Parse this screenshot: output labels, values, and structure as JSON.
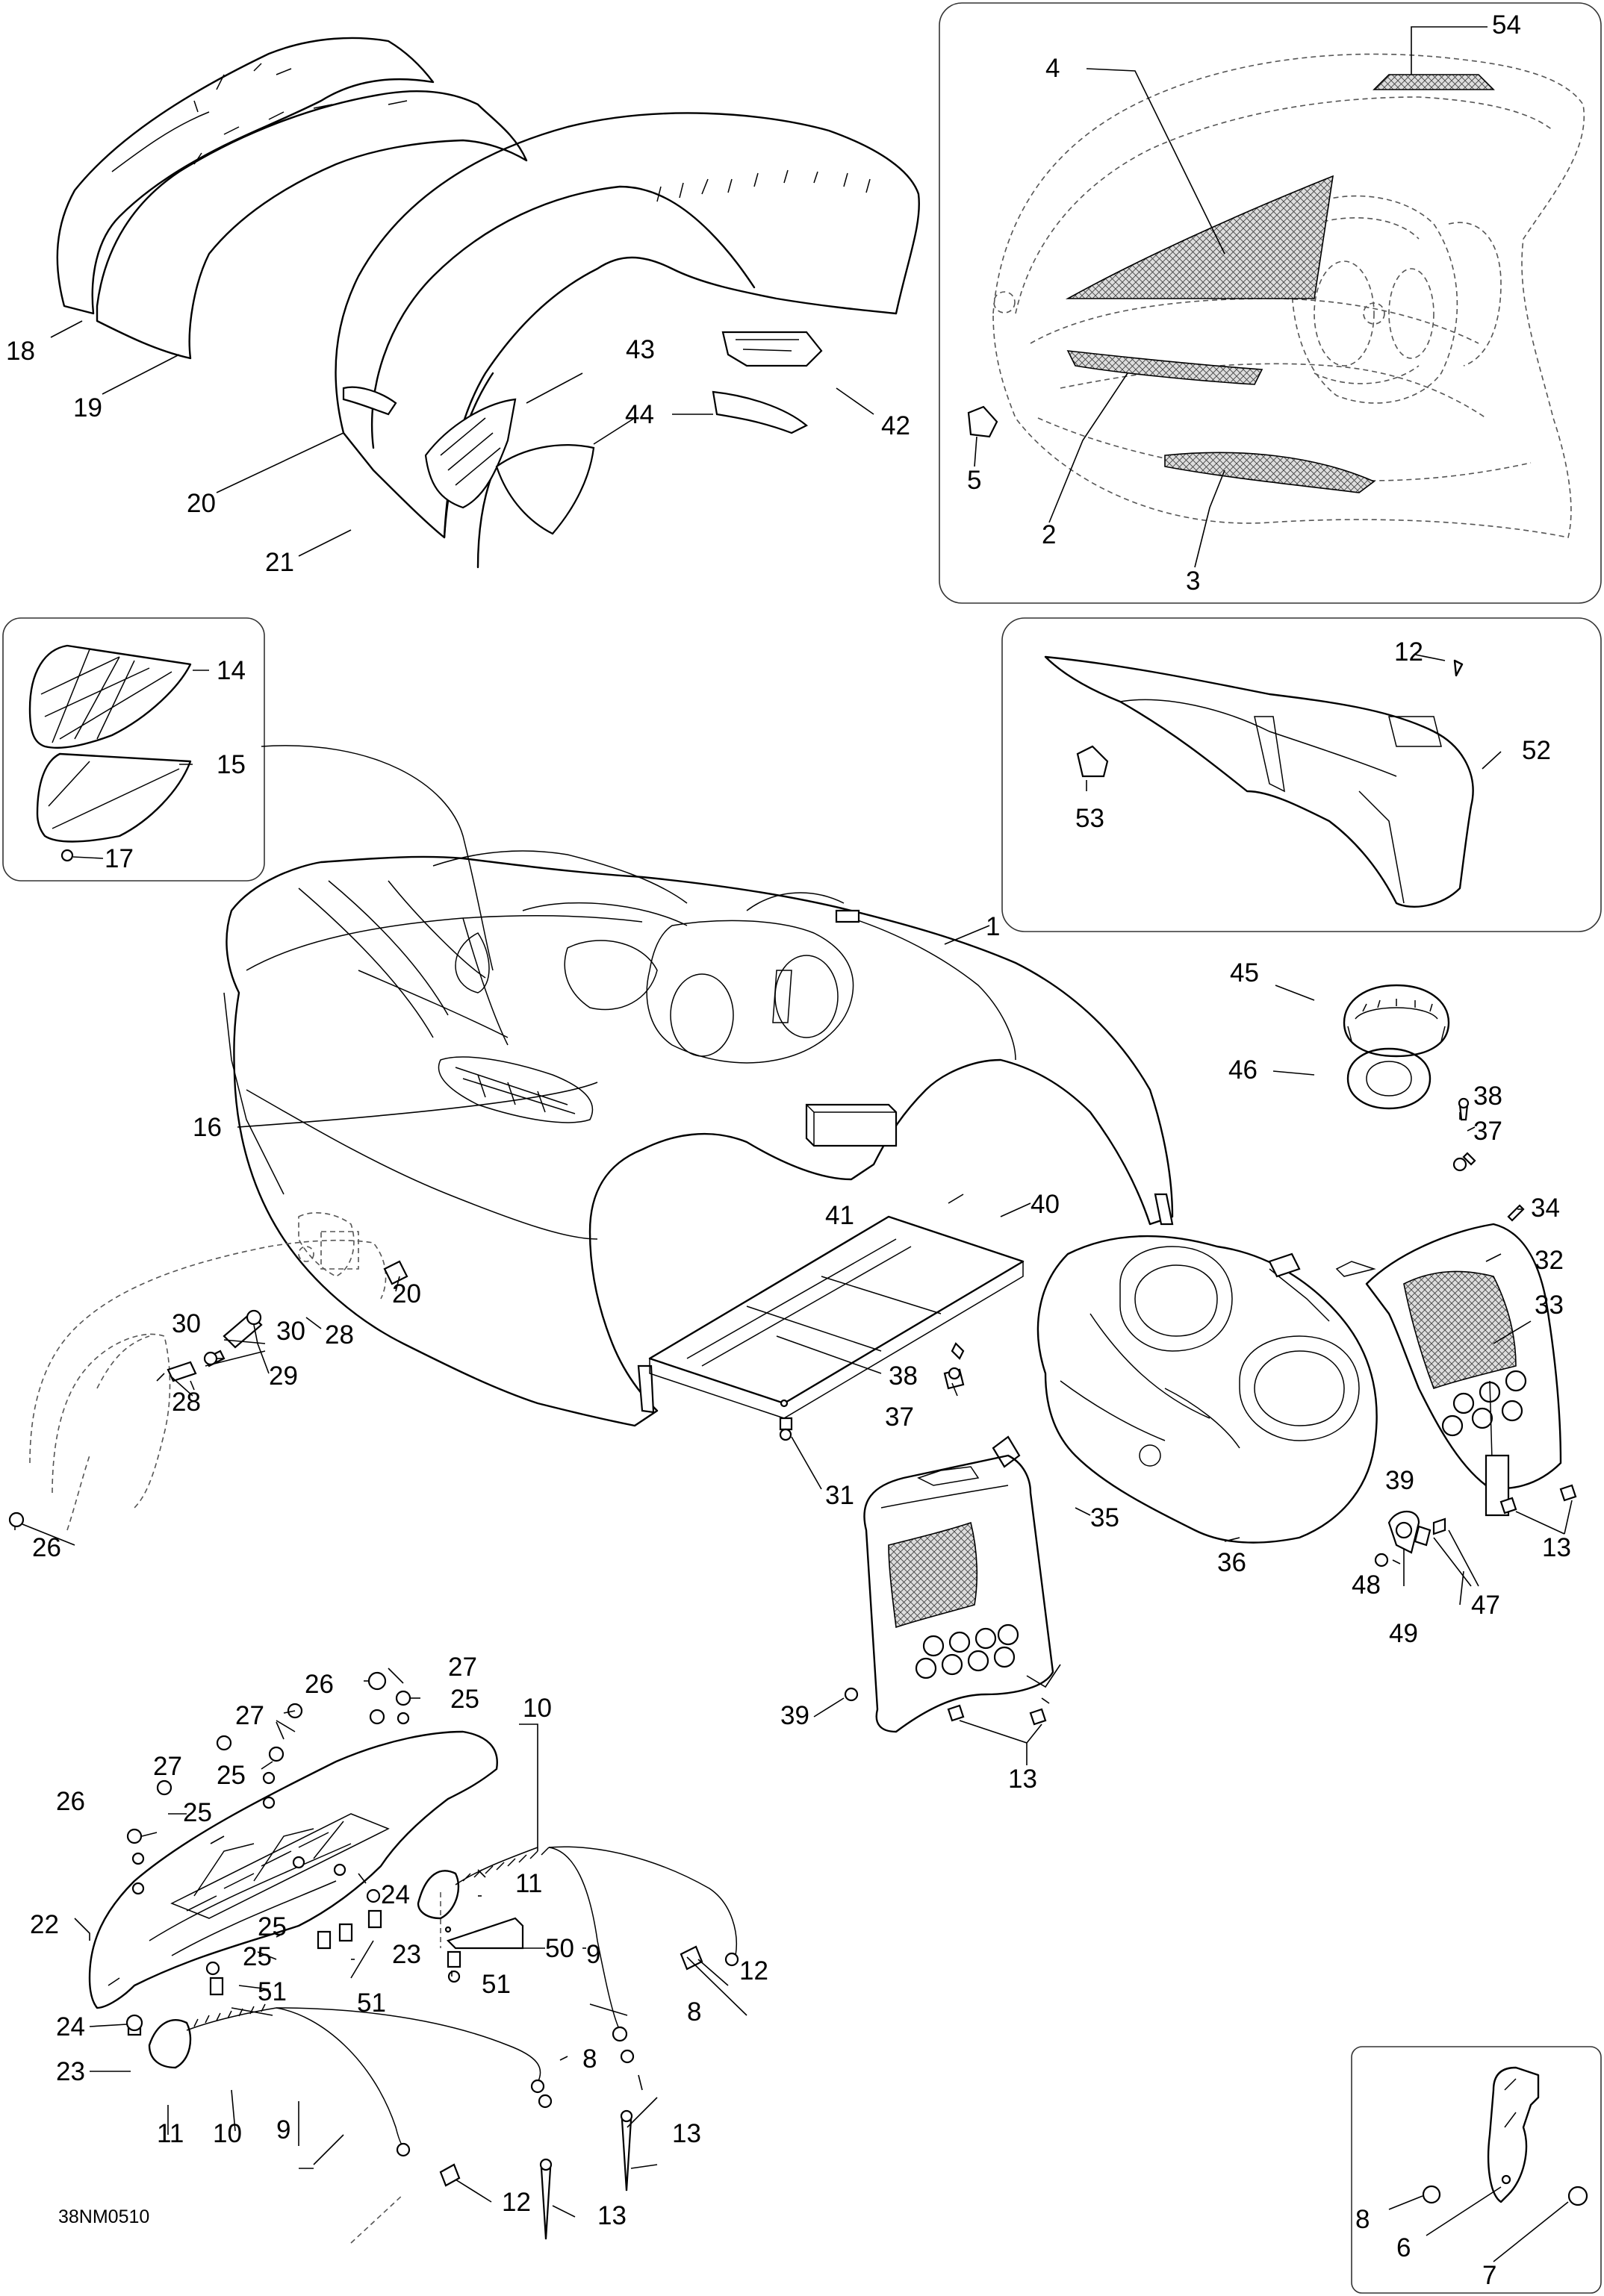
{
  "figure_code": "38NM0510",
  "labels": {
    "l1": "1",
    "l2": "2",
    "l3": "3",
    "l4": "4",
    "l5": "5",
    "l6": "6",
    "l7": "7",
    "l8a": "8",
    "l8b": "8",
    "l8c": "8",
    "l9a": "9",
    "l9b": "9",
    "l10a": "10",
    "l10b": "10",
    "l11a": "11",
    "l11b": "11",
    "l12a": "12",
    "l12b": "12",
    "l12c": "12",
    "l13a": "13",
    "l13b": "13",
    "l13c": "13",
    "l13d": "13",
    "l14": "14",
    "l15": "15",
    "l16": "16",
    "l17": "17",
    "l18": "18",
    "l19": "19",
    "l20a": "20",
    "l20b": "20",
    "l21": "21",
    "l22": "22",
    "l23a": "23",
    "l23b": "23",
    "l24a": "24",
    "l24b": "24",
    "l25a": "25",
    "l25b": "25",
    "l25c": "25",
    "l25d": "25",
    "l25e": "25",
    "l26a": "26",
    "l26b": "26",
    "l26c": "26",
    "l27a": "27",
    "l27b": "27",
    "l27c": "27",
    "l28a": "28",
    "l28b": "28",
    "l29": "29",
    "l30a": "30",
    "l30b": "30",
    "l31": "31",
    "l32": "32",
    "l33": "33",
    "l34": "34",
    "l35": "35",
    "l36": "36",
    "l37a": "37",
    "l37b": "37",
    "l38a": "38",
    "l38b": "38",
    "l39a": "39",
    "l39b": "39",
    "l40": "40",
    "l41": "41",
    "l42": "42",
    "l43": "43",
    "l44": "44",
    "l45": "45",
    "l46": "46",
    "l47": "47",
    "l48": "48",
    "l49": "49",
    "l50": "50",
    "l51a": "51",
    "l51b": "51",
    "l51c": "51",
    "l52": "52",
    "l53": "53",
    "l54": "54"
  }
}
